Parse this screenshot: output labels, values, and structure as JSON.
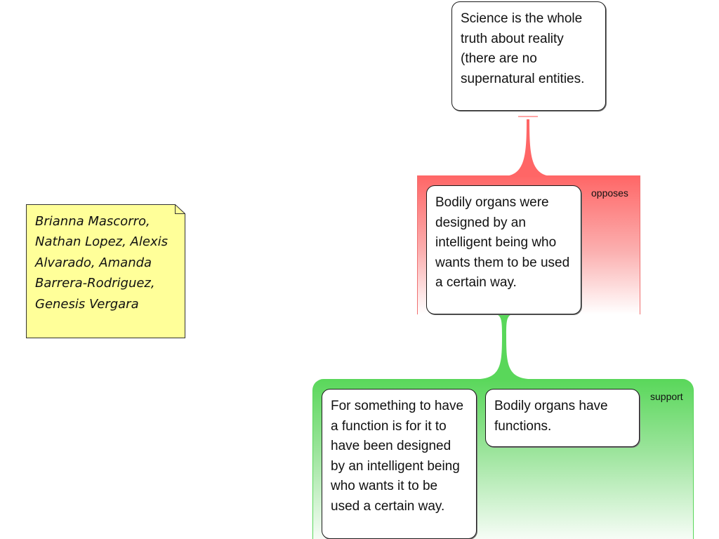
{
  "diagram": {
    "type": "argument-map",
    "nodes": {
      "top": "Science is the whole truth about reality (there are no supernatural entities.",
      "middle": "Bodily organs were designed by an intelligent being who wants them to be used a certain way.",
      "support_left": "For something to have a function is for it to have been designed by an intelligent being who wants it to be used a certain way.",
      "support_right": "Bodily organs have functions."
    },
    "groups": {
      "opposes": {
        "label": "opposes",
        "color": "#ff6666"
      },
      "support": {
        "label": "support",
        "color": "#59d75a"
      }
    },
    "note": {
      "text": "Brianna Mascorro, Nathan Lopez, Alexis Alvarado, Amanda Barrera-Rodriguez, Genesis Vergara",
      "color": "#ffff99"
    }
  }
}
